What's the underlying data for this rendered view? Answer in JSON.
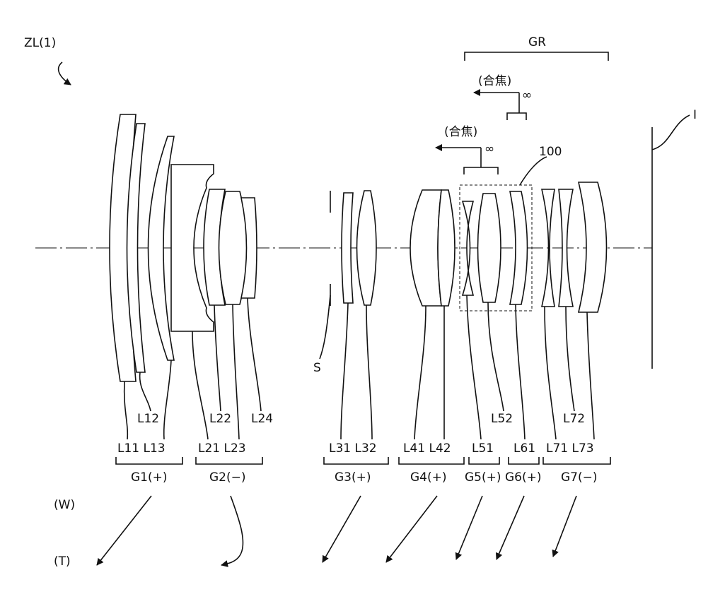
{
  "figure_label": "ZL(1)",
  "image_plane_label": "I",
  "stop_label": "S",
  "gr_label": "GR",
  "box_label": "100",
  "focus": {
    "upper": {
      "label": "(合焦)",
      "inf": "∞"
    },
    "lower": {
      "label": "(合焦)",
      "inf": "∞"
    }
  },
  "lens_labels": [
    "L12",
    "L22",
    "L24",
    "L52",
    "L72",
    "L11 L13",
    "L21 L23",
    "L31 L32",
    "L41 L42",
    "L51",
    "L61",
    "L71 L73"
  ],
  "groups": [
    {
      "id": "g1",
      "label": "G1(+)",
      "motion": "straight"
    },
    {
      "id": "g2",
      "label": "G2(−)",
      "motion": "curved"
    },
    {
      "id": "g3",
      "label": "G3(+)",
      "motion": "straight"
    },
    {
      "id": "g4",
      "label": "G4(+)",
      "motion": "straight"
    },
    {
      "id": "g5",
      "label": "G5(+)",
      "motion": "straight"
    },
    {
      "id": "g6",
      "label": "G6(+)",
      "motion": "straight"
    },
    {
      "id": "g7",
      "label": "G7(−)",
      "motion": "straight"
    }
  ],
  "positions": {
    "wide": "(W)",
    "tele": "(T)"
  },
  "colors": {
    "ink": "#111111",
    "background": "#ffffff"
  }
}
